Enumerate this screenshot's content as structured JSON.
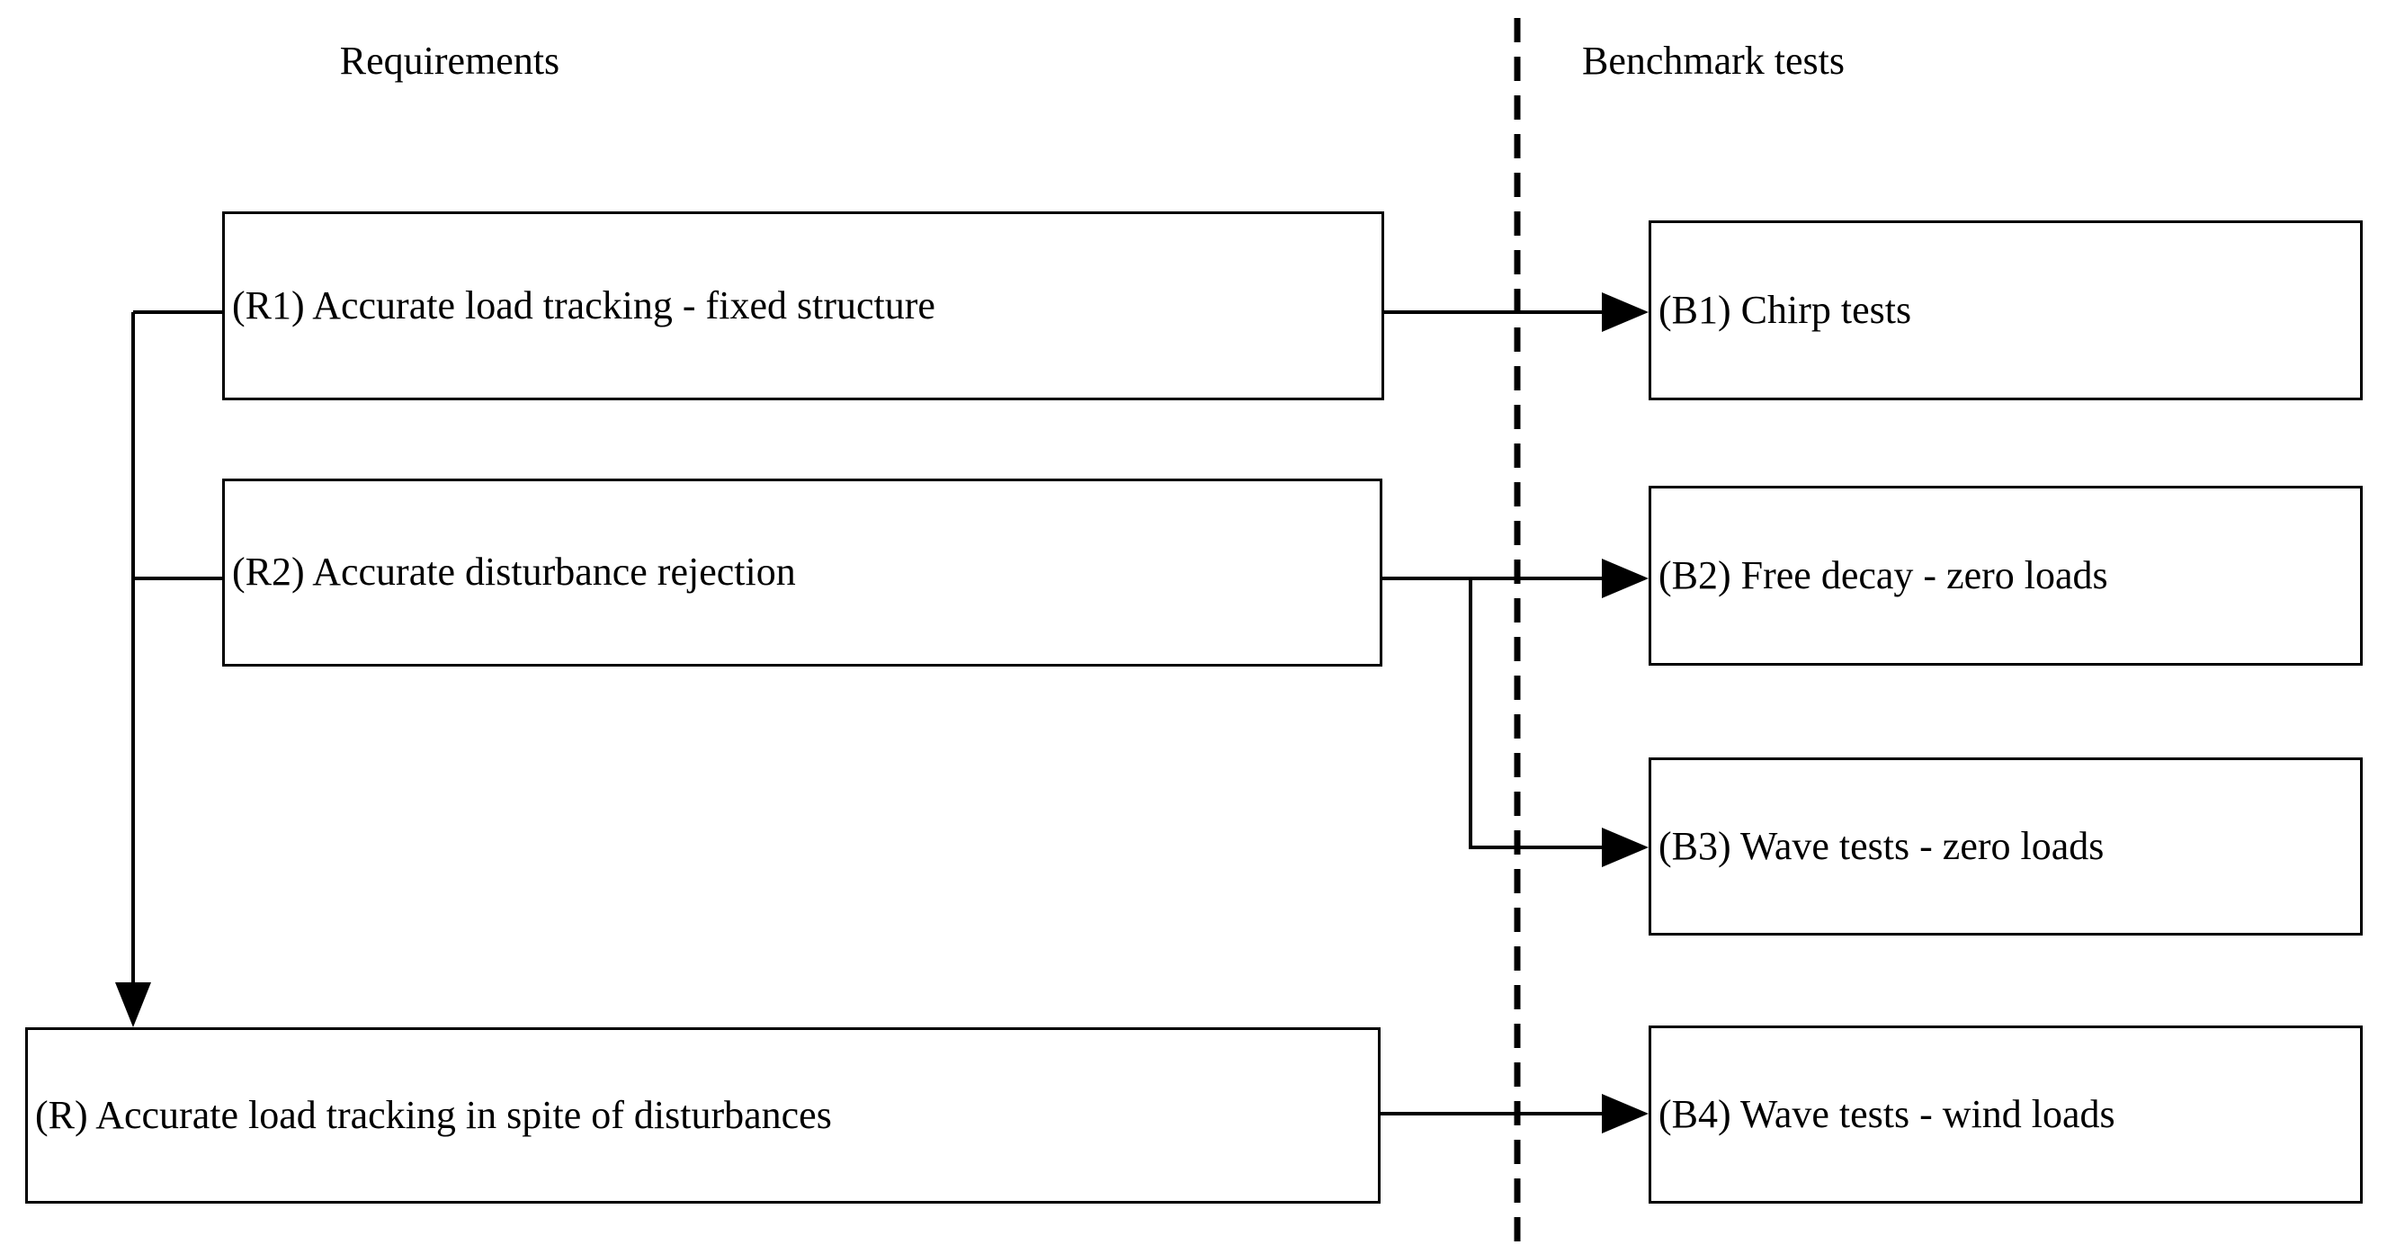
{
  "columns": {
    "left_title": "Requirements",
    "right_title": "Benchmark tests"
  },
  "requirements": [
    {
      "id": "R1",
      "label": "(R1) Accurate load tracking - fixed structure"
    },
    {
      "id": "R2",
      "label": "(R2) Accurate disturbance rejection"
    },
    {
      "id": "R",
      "label": "(R) Accurate load tracking in spite of disturbances"
    }
  ],
  "benchmarks": [
    {
      "id": "B1",
      "label": "(B1) Chirp tests"
    },
    {
      "id": "B2",
      "label": "(B2) Free decay - zero loads"
    },
    {
      "id": "B3",
      "label": "(B3) Wave tests - zero loads"
    },
    {
      "id": "B4",
      "label": "(B4) Wave tests - wind loads"
    }
  ],
  "connections": [
    {
      "from": "R1",
      "to": "B1"
    },
    {
      "from": "R2",
      "to": "B2"
    },
    {
      "from": "R2",
      "to": "B3"
    },
    {
      "from": "R",
      "to": "B4"
    },
    {
      "from": "R1",
      "to": "R"
    },
    {
      "from": "R2",
      "to": "R"
    }
  ],
  "style": {
    "stroke_color": "#000000",
    "background_color": "#ffffff",
    "divider": "dashed-vertical"
  }
}
